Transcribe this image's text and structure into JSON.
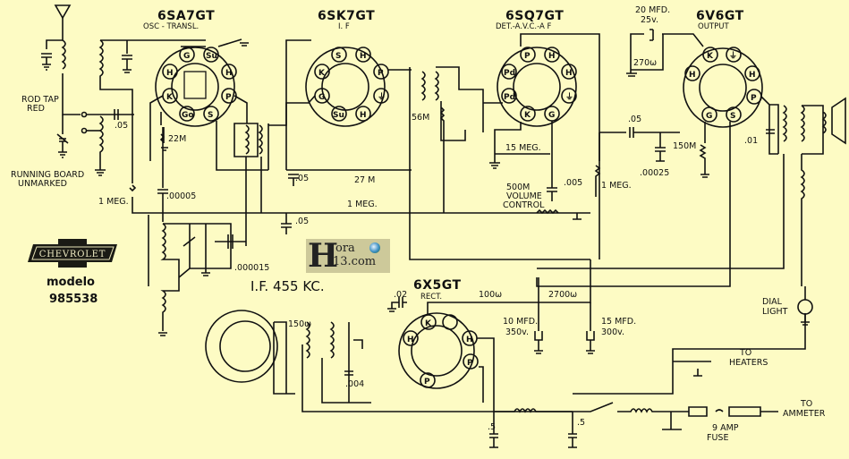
{
  "diagram": {
    "type": "radio-schematic",
    "brand": "CHEVROLET",
    "model_label": "modelo",
    "model_number": "985538",
    "if_label": "I.F. 455 KC.",
    "watermark": {
      "line1": "ora",
      "line2": "13.com",
      "initial": "H"
    },
    "tubes": [
      {
        "id": "6SA7GT",
        "function": "OSC - TRANSL.",
        "pins": [
          "G",
          "Su",
          "H",
          "H",
          "K",
          "P",
          "Go",
          "S"
        ]
      },
      {
        "id": "6SK7GT",
        "function": "I. F",
        "pins": [
          "S",
          "H",
          "K",
          "P",
          "G",
          "⏚",
          "Su",
          "H"
        ]
      },
      {
        "id": "6SQ7GT",
        "function": "DET.-A.V.C.-A F",
        "pins": [
          "P",
          "H",
          "Pd",
          "H",
          "Pd",
          "⏚",
          "K",
          "G"
        ]
      },
      {
        "id": "6V6GT",
        "function": "OUTPUT",
        "pins": [
          "K",
          "⏚",
          "H",
          "H",
          "P",
          "G",
          "S"
        ]
      },
      {
        "id": "6X5GT",
        "function": "RECT.",
        "pins": [
          "K",
          "",
          "H",
          "H",
          "P",
          "P"
        ]
      }
    ],
    "antenna_labels": {
      "rod_tap": "ROD TAP",
      "rod_tap_color": "RED",
      "running_board": "RUNNING BOARD",
      "running_board_marking": "UNMARKED"
    },
    "components": {
      "c_05_ant": ".05",
      "r_22m": "22M",
      "r_1meg_left": "1 MEG.",
      "c_00005": ".00005",
      "c_000015": ".000015",
      "c_05_a": ".05",
      "c_05_b": ".05",
      "r_27m": "27 M",
      "r_1meg_mid": "1 MEG.",
      "r_56m": "56M",
      "r_15meg": "15 MEG.",
      "c_005": ".005",
      "volume": [
        "500M",
        "VOLUME",
        "CONTROL"
      ],
      "r_1meg_right": "1 MEG.",
      "c_05_af": ".05",
      "c_00025": ".00025",
      "r_150m": "150M",
      "c_20mfd": [
        "20 MFD.",
        "25v."
      ],
      "r_270": "270ω",
      "c_01": ".01",
      "r_150ohm": "150ω",
      "c_004": ".004",
      "c_02": ".02",
      "r_100ohm": "100ω",
      "r_2700ohm": "2700ω",
      "c_10mfd": [
        "10 MFD.",
        "350v."
      ],
      "c_15mfd": [
        "15 MFD.",
        "300v."
      ],
      "c_5_a": ".5",
      "c_5_b": ".5",
      "dial_light": [
        "DIAL",
        "LIGHT"
      ],
      "to_heaters": [
        "TO",
        "HEATERS"
      ],
      "to_ammeter": [
        "TO",
        "AMMETER"
      ],
      "fuse": [
        "9 AMP",
        "FUSE"
      ]
    }
  }
}
